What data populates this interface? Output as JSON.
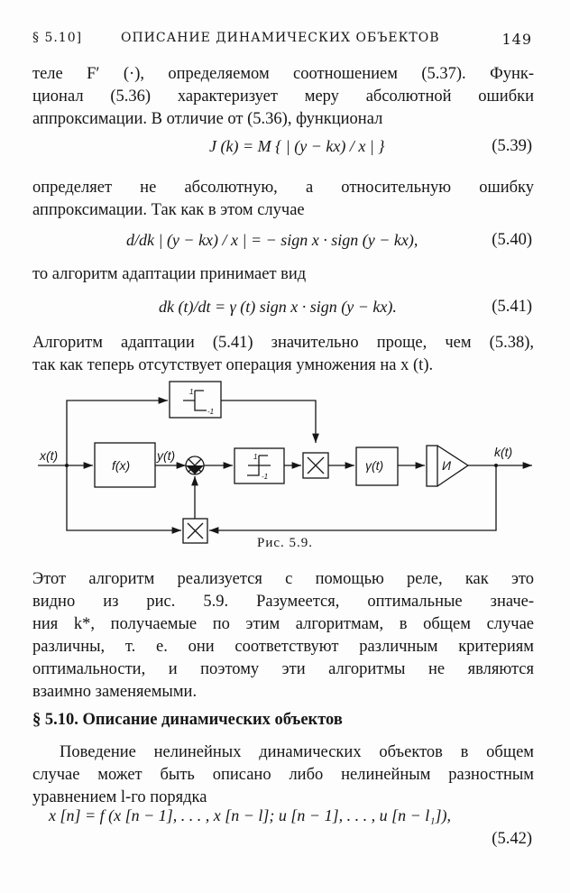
{
  "header": {
    "section": "§ 5.10]",
    "title": "ОПИСАНИЕ ДИНАМИЧЕСКИХ ОБЪЕКТОВ",
    "page": "149"
  },
  "para1": [
    "теле F′ (·), определяемом соотношением (5.37). Функ-",
    "ционал (5.36) характеризует меру абсолютной ошибки",
    "аппроксимации. В отличие от (5.36), функционал"
  ],
  "eq539": {
    "text": "J (k) = M { | (y − kx) / x | }",
    "num": "(5.39)"
  },
  "para2": [
    "определяет не абсолютную, а относительную ошибку",
    "аппроксимации. Так как в этом случае"
  ],
  "eq540": {
    "text": "d/dk | (y − kx) / x | = − sign x · sign (y − kx),",
    "num": "(5.40)"
  },
  "para3": [
    "то алгоритм адаптации принимает вид"
  ],
  "eq541": {
    "text": "dk (t)/dt = γ (t) sign x · sign (y − kx).",
    "num": "(5.41)"
  },
  "para4": [
    "Алгоритм адаптации (5.41) значительно проще, чем (5.38),",
    "так как теперь отсутствует операция умножения на x (t)."
  ],
  "figure": {
    "input": "x(t)",
    "fx": "f(x)",
    "yt": "y(t)",
    "gamma": "γ(t)",
    "integrator": "И",
    "output": "k(t)",
    "relay_hi": "1",
    "relay_lo": "-1",
    "caption": "Рис. 5.9."
  },
  "para5": [
    "Этот алгоритм реализуется с помощью реле, как это",
    "видно из рис. 5.9. Разумеется, оптимальные значе-",
    "ния k*, получаемые по этим алгоритмам, в общем случае",
    "различны, т. е. они соответствуют различным критериям",
    "оптимальности, и поэтому эти алгоритмы не являются",
    "взаимно заменяемыми."
  ],
  "section_title": "§ 5.10. Описание динамических объектов",
  "para6": [
    "Поведение нелинейных динамических объектов в общем",
    "случае может быть описано либо нелинейным разностным",
    "уравнением l-го порядка"
  ],
  "eq542": {
    "text": "x [n] = f (x [n − 1], . . . , x [n − l]; u [n − 1], . . . , u [n − l₁]),",
    "num": "(5.42)"
  }
}
